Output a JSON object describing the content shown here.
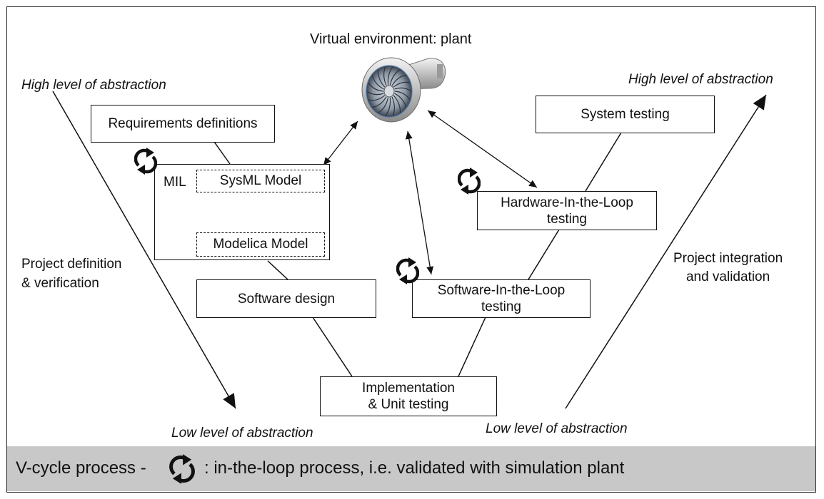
{
  "title": "Virtual environment: plant",
  "abstraction": {
    "high_left": "High level of abstraction",
    "high_right": "High level of abstraction",
    "low_left": "Low level of abstraction",
    "low_right": "Low level of abstraction"
  },
  "phases": {
    "left": [
      "Project definition",
      "& verification"
    ],
    "right": [
      "Project integration",
      "and validation"
    ]
  },
  "boxes": {
    "requirements": "Requirements definitions",
    "mil_label": "MIL",
    "sysml": "SysML Model",
    "modelica": "Modelica Model",
    "software_design": "Software design",
    "implementation": [
      "Implementation",
      "& Unit testing"
    ],
    "sil": [
      "Software-In-the-Loop",
      "testing"
    ],
    "hil": [
      "Hardware-In-the-Loop",
      "testing"
    ],
    "system_testing": "System testing"
  },
  "legend": {
    "prefix": "V-cycle process -",
    "suffix": ": in-the-loop process, i.e. validated with simulation plant"
  },
  "icons": [
    "loop-arrows-icon",
    "turbofan-engine-image"
  ]
}
